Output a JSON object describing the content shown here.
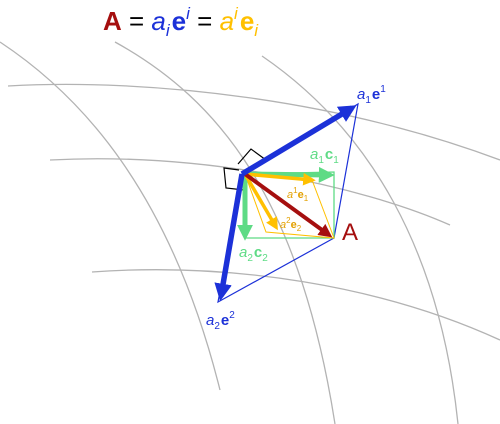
{
  "equation": {
    "A": "A",
    "eq1": " = ",
    "a_cov": "a",
    "a_cov_idx": "i",
    "e_con": "e",
    "e_con_idx": "i",
    "eq2": " = ",
    "a_con": "a",
    "a_con_idx": "i",
    "e_cov": "e",
    "e_cov_idx": "i"
  },
  "labels": {
    "a1e1": {
      "a": "a",
      "a_sub": "1",
      "e": "e",
      "e_sup": "1"
    },
    "a2e2": {
      "a": "a",
      "a_sub": "2",
      "e": "e",
      "e_sup": "2"
    },
    "a1c1": {
      "a": "a",
      "a_sub": "1",
      "c": "c",
      "c_sub": "1"
    },
    "a2c2": {
      "a": "a",
      "a_sub": "2",
      "c": "c",
      "c_sub": "2"
    },
    "A_point": "A",
    "a1_e1_small": {
      "a": "a",
      "a_sup": "1",
      "e": "e",
      "e_sub": "1"
    },
    "a2_e2_small": {
      "a": "a",
      "a_sup": "2",
      "e": "e",
      "e_sub": "2"
    }
  },
  "colors": {
    "red": "#a50f0f",
    "blue": "#1c31d8",
    "yellow": "#ffc000",
    "green": "#5edb85",
    "gold_text": "#e3a000",
    "grid": "#b3b3b3",
    "black": "#000000"
  }
}
